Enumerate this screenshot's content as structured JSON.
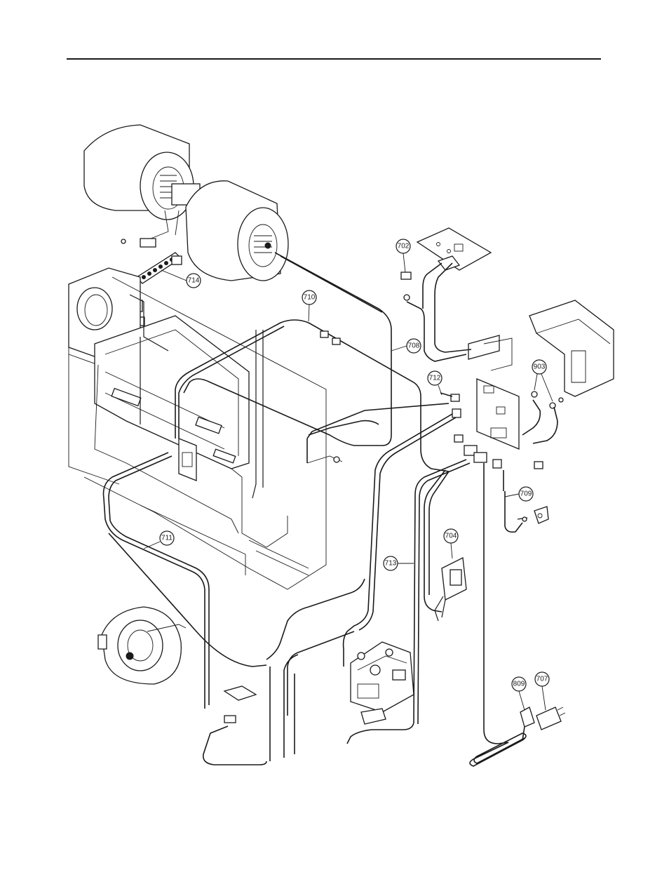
{
  "callouts": {
    "c702": "702",
    "c714": "714",
    "c710": "710",
    "c708": "708",
    "c712": "712",
    "c903": "903",
    "c709": "709",
    "c704": "704",
    "c711": "711",
    "c713": "713",
    "c809": "809",
    "c707": "707"
  },
  "colors": {
    "line": "#1a1a1a",
    "background": "#ffffff"
  }
}
